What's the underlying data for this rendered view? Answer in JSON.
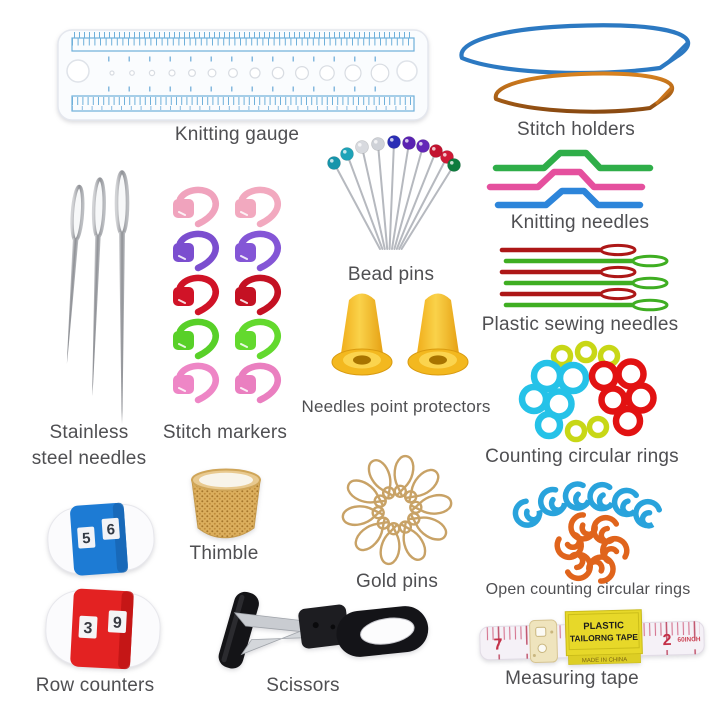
{
  "canvas": {
    "background": "#ffffff",
    "label_color": "#4f4f52"
  },
  "items": {
    "knitting_gauge": {
      "label": "Knitting gauge",
      "body_color": "#fafcfe",
      "marking_color": "#6fb0da"
    },
    "stitch_holders": {
      "label": "Stitch holders",
      "top_color": "#2c79c2",
      "bottom_color": "#b4621c"
    },
    "bead_pins": {
      "label": "Bead pins",
      "shaft_color": "#b6b9bf",
      "head_colors": [
        "#1795ab",
        "#1fa3b8",
        "#d8dadf",
        "#cfd2d8",
        "#2b2eb5",
        "#5a22b2",
        "#6326b8",
        "#c3122f",
        "#cf1a36",
        "#0e7c3e"
      ]
    },
    "knitting_needles": {
      "label": "Knitting needles",
      "colors": [
        "#2fae49",
        "#e5509e",
        "#2d85da"
      ]
    },
    "plastic_sewing_needles": {
      "label": "Plastic sewing needles",
      "colors": [
        "#ad1717",
        "#3fae22"
      ]
    },
    "stainless_steel_needles": {
      "line1": "Stainless",
      "line2": "steel needles",
      "color": "#9b9ba0"
    },
    "stitch_markers": {
      "label": "Stitch markers",
      "row_colors": [
        "#f0a3bd",
        "#7b4ecf",
        "#d01327",
        "#58d028",
        "#ee86c6"
      ]
    },
    "needle_point_protectors": {
      "label": "Needles point protectors",
      "color": "#f3b81f"
    },
    "counting_rings": {
      "label": "Counting circular rings",
      "colors": [
        "#25c2e8",
        "#e21212",
        "#c8d716"
      ]
    },
    "thimble": {
      "label": "Thimble",
      "color": "#dcaf5e"
    },
    "gold_pins": {
      "label": "Gold pins",
      "color": "#c8a266"
    },
    "open_rings": {
      "label": "Open counting circular rings",
      "colors": [
        "#29a3dc",
        "#e0641c"
      ]
    },
    "row_counters": {
      "label": "Row counters",
      "blue": {
        "color": "#1d7bd4",
        "digits": [
          "5",
          "6"
        ]
      },
      "red": {
        "color": "#e32222",
        "digits": [
          "3",
          "9"
        ]
      }
    },
    "scissors": {
      "label": "Scissors"
    },
    "measuring_tape": {
      "label": "Measuring tape",
      "left_number": "7",
      "right_number": "2",
      "unit_text": "60INCH",
      "tag_line1": "PLASTIC",
      "tag_line2": "TAILORNG TAPE",
      "tag_line3": "MADE IN CHINA"
    }
  }
}
